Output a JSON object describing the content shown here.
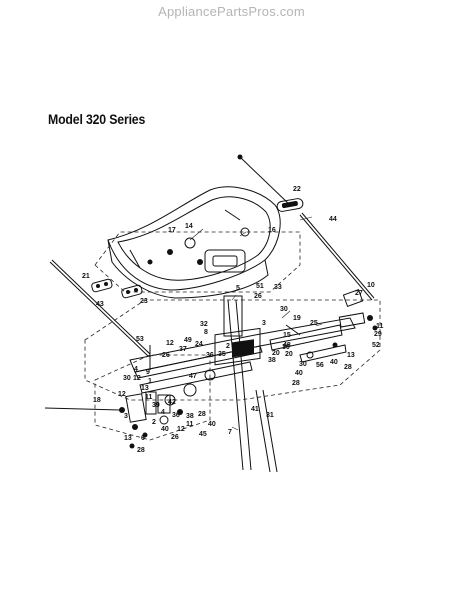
{
  "watermark": "AppliancePartsPros.com",
  "title": "Model 320 Series",
  "callouts": [
    "22",
    "44",
    "14",
    "17",
    "16",
    "21",
    "43",
    "23",
    "10",
    "27",
    "5",
    "51",
    "33",
    "26",
    "11",
    "29",
    "32",
    "8",
    "30",
    "19",
    "25",
    "52",
    "53",
    "12",
    "49",
    "37",
    "24",
    "15",
    "48",
    "36",
    "38",
    "20",
    "35",
    "47",
    "13",
    "40",
    "28",
    "34",
    "4",
    "56",
    "39",
    "42",
    "18",
    "46",
    "45",
    "7",
    "41",
    "31",
    "3",
    "2",
    "9",
    "6",
    "1"
  ]
}
